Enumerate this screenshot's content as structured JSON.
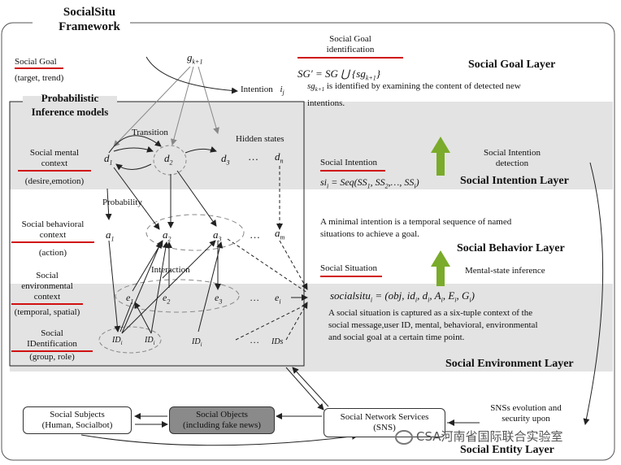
{
  "framework_title": [
    "SocialSitu",
    "Framework"
  ],
  "layers": {
    "goal": "Social Goal Layer",
    "intention": "Social Intention Layer",
    "behavior": "Social Behavior Layer",
    "environment": "Social Environment Layer",
    "entity": "Social Entity Layer"
  },
  "left_labels": {
    "goal": {
      "name": "Social Goal",
      "sub": "(target, trend)"
    },
    "mental": {
      "name": [
        "Social mental",
        "context"
      ],
      "sub": "(desire,emotion)"
    },
    "behavioral": {
      "name": [
        "Social behavioral",
        "context"
      ],
      "sub": "(action)"
    },
    "environmental": {
      "name": [
        "Social",
        "environmental",
        "context"
      ],
      "sub": "(temporal, spatial)"
    },
    "identification": {
      "name": [
        "Social",
        "IDentification"
      ],
      "sub": "(group, role)"
    }
  },
  "inference": {
    "title": [
      "Probabilistic",
      "Inference models"
    ],
    "transition": "Transition",
    "hidden": "Hidden states",
    "probability": "Probability",
    "interaction": "Interaction"
  },
  "nodes": {
    "g": "g",
    "g_sub": "k+1",
    "d": [
      "d",
      "d",
      "d",
      "…",
      "d"
    ],
    "d_sub": [
      "1",
      "2",
      "3",
      "",
      "n"
    ],
    "a": [
      "a",
      "a",
      "a",
      "…",
      "a"
    ],
    "a_sub": [
      "1",
      "2",
      "3",
      "",
      "m"
    ],
    "e": [
      "e",
      "e",
      "e",
      "…",
      "e"
    ],
    "e_sub": [
      "1",
      "2",
      "3",
      "",
      "i"
    ],
    "id": [
      "ID",
      "ID",
      "ID",
      "…",
      "IDs"
    ],
    "id_sub": [
      "i",
      "i",
      "i",
      "",
      ""
    ]
  },
  "goal_identification": {
    "label": [
      "Social Goal",
      "identification"
    ],
    "formula": "SG′ = SG ⋃ {sg",
    "formula_sub": "k+1",
    "formula_end": "}"
  },
  "intention_note": {
    "label": "Intention",
    "var": "i",
    "var_sub": "j",
    "sg": "sg",
    "sg_sub": "k+1",
    "text": "is identified by examining the content of detected new",
    "text2": "intentions."
  },
  "social_intention": {
    "label": "Social Intention",
    "formula": "si",
    "formula_sub": "i",
    "formula_rest": " = Seq(SS",
    "formula_rest_sub": [
      "1",
      "2",
      "i"
    ],
    "detection": [
      "Social Intention",
      "detection"
    ]
  },
  "behavior_text": [
    "A minimal intention is a temporal sequence of named",
    "situations to achieve a goal."
  ],
  "social_situation": {
    "label": "Social Situation",
    "inference": "Mental-state inference",
    "formula": "socialsitu",
    "formula_sub": "i",
    "formula_rest": " = (obj, id",
    "desc": [
      "A social situation is captured as a six-tuple  context of the",
      "social message,user ID, mental, behavioral, environmental",
      "and social goal at a certain time point."
    ]
  },
  "entity": {
    "subjects": [
      "Social Subjects",
      "(Human, Socialbot)"
    ],
    "objects": [
      "Social Objects",
      "(including fake news)"
    ],
    "sns": [
      "Social Network Services",
      "(SNS)"
    ],
    "evolution": [
      "SNSs evolution and",
      "security  upon"
    ]
  },
  "watermark": "CSA河南省国际联合实验室",
  "colors": {
    "band": "#e3e3e3",
    "accent": "#d01010",
    "arrow_green": "#7aab2a"
  }
}
